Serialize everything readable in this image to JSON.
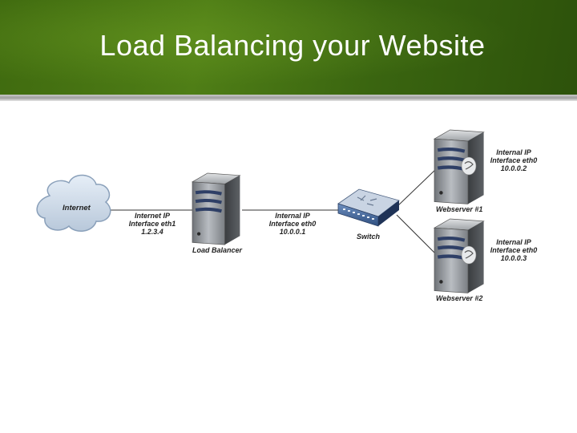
{
  "slide": {
    "title": "Load Balancing your Website",
    "accent_color": "#4a7a14"
  },
  "diagram": {
    "internet_label": "Internet",
    "internet_ip": [
      "Internet IP",
      "Interface eth1",
      "1.2.3.4"
    ],
    "load_balancer_label": "Load Balancer",
    "lb_internal_ip": [
      "Internal IP",
      "Interface eth0",
      "10.0.0.1"
    ],
    "switch_label": "Switch",
    "webserver1_label": "Webserver #1",
    "webserver1_ip": [
      "Internal IP",
      "Interface eth0",
      "10.0.0.2"
    ],
    "webserver2_label": "Webserver #2",
    "webserver2_ip": [
      "Internal IP",
      "Interface eth0",
      "10.0.0.3"
    ],
    "icons": [
      "cloud-icon",
      "server-icon",
      "switch-icon"
    ]
  }
}
